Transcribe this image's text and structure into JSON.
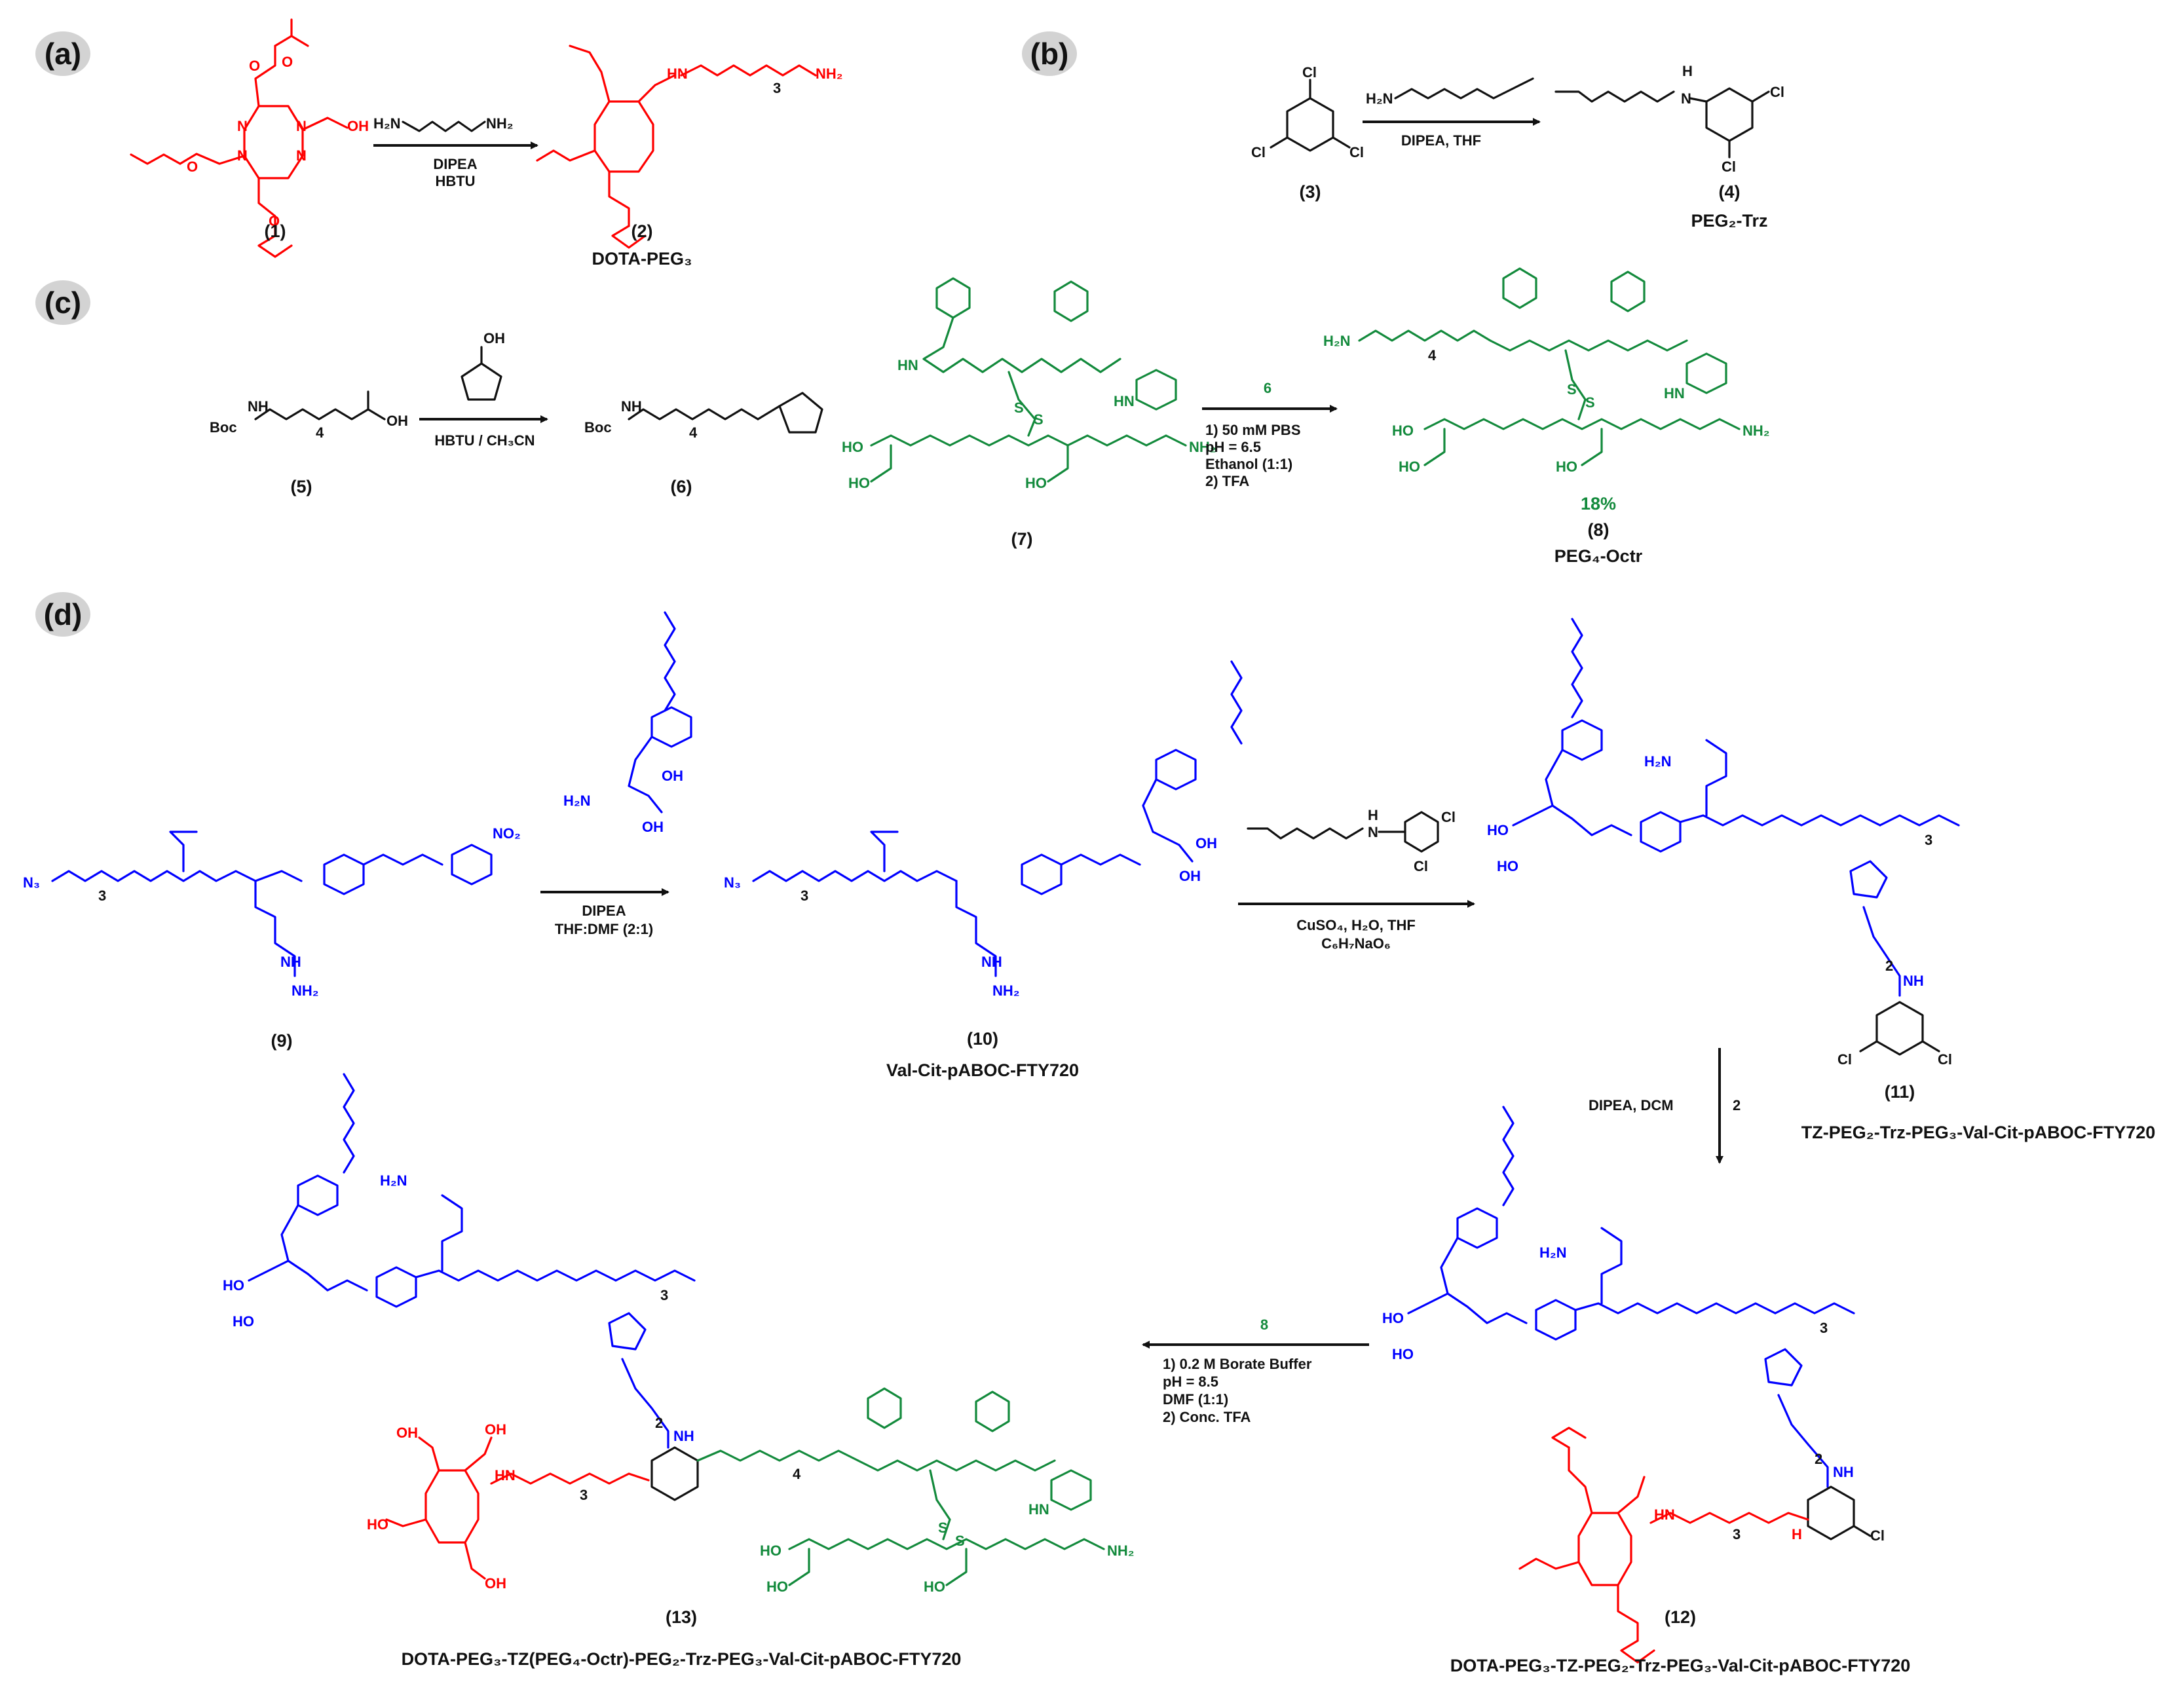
{
  "colors": {
    "dota_red": "#ff0000",
    "linker_blue": "#0000ff",
    "peptide_green": "#138a3c",
    "text_black": "#111111",
    "badge_gray": "#d3d3d3"
  },
  "panels": [
    {
      "id": "a",
      "letter": "(a)"
    },
    {
      "id": "b",
      "letter": "(b)"
    },
    {
      "id": "c",
      "letter": "(c)"
    },
    {
      "id": "d",
      "letter": "(d)"
    }
  ],
  "compounds": {
    "c1": {
      "number": "(1)",
      "name": ""
    },
    "c2": {
      "number": "(2)",
      "name": "DOTA-PEG₃"
    },
    "c3": {
      "number": "(3)",
      "name": ""
    },
    "c4": {
      "number": "(4)",
      "name": "PEG₂-Trz"
    },
    "c5": {
      "number": "(5)",
      "name": ""
    },
    "c6": {
      "number": "(6)",
      "name": ""
    },
    "c7": {
      "number": "(7)",
      "name": ""
    },
    "c8": {
      "number": "(8)",
      "name": "PEG₄-Octr",
      "yield": "18%"
    },
    "c9": {
      "number": "(9)",
      "name": ""
    },
    "c10": {
      "number": "(10)",
      "name": "Val-Cit-pABOC-FTY720"
    },
    "c11": {
      "number": "(11)",
      "name": "TZ-PEG₂-Trz-PEG₃-Val-Cit-pABOC-FTY720"
    },
    "c12": {
      "number": "(12)",
      "name": "DOTA-PEG₃-TZ-PEG₂-Trz-PEG₃-Val-Cit-pABOC-FTY720"
    },
    "c13": {
      "number": "(13)",
      "name": "DOTA-PEG₃-TZ(PEG₄-Octr)-PEG₂-Trz-PEG₃-Val-Cit-pABOC-FTY720"
    }
  },
  "reactions": {
    "a": {
      "conditions": [
        "DIPEA",
        "HBTU"
      ]
    },
    "b": {
      "conditions": [
        "DIPEA, THF"
      ]
    },
    "c1": {
      "conditions": [
        "HBTU / CH₃CN"
      ]
    },
    "c2": {
      "reagent": "6",
      "conditions": [
        "1) 50 mM PBS",
        "pH = 6.5",
        "Ethanol (1:1)",
        "2) TFA"
      ]
    },
    "d1": {
      "conditions": [
        "DIPEA",
        "THF:DMF (2:1)"
      ]
    },
    "d2": {
      "conditions": [
        "CuSO₄, H₂O, THF",
        "C₆H₇NaO₆"
      ]
    },
    "d3": {
      "reagent": "2",
      "conditions": [
        "DIPEA, DCM"
      ]
    },
    "d4": {
      "reagent": "8",
      "conditions": [
        "1) 0.2 M Borate Buffer",
        "pH = 8.5",
        "DMF (1:1)",
        "2) Conc. TFA"
      ]
    }
  },
  "atoms": {
    "oh": "OH",
    "ho": "HO",
    "nh2": "NH₂",
    "h2n": "H₂N",
    "nh": "NH",
    "hn": "HN",
    "n": "N",
    "h": "H",
    "o": "O",
    "s": "S",
    "cl": "Cl",
    "boc": "Boc",
    "n3": "N₃",
    "no2": "NO₂",
    "three": "3",
    "four": "4",
    "two": "2"
  }
}
